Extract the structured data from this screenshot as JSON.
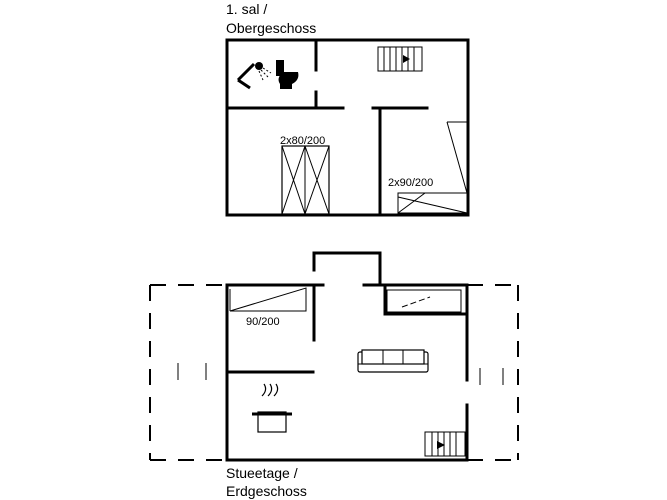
{
  "upper_floor": {
    "title_line1": "1. sal /",
    "title_line2": "Obergeschoss",
    "bed_left_label": "2x80/200",
    "bed_right_label": "2x90/200"
  },
  "ground_floor": {
    "title_line1": "Stueetage /",
    "title_line2": "Erdgeschoss",
    "bed_label": "90/200"
  }
}
